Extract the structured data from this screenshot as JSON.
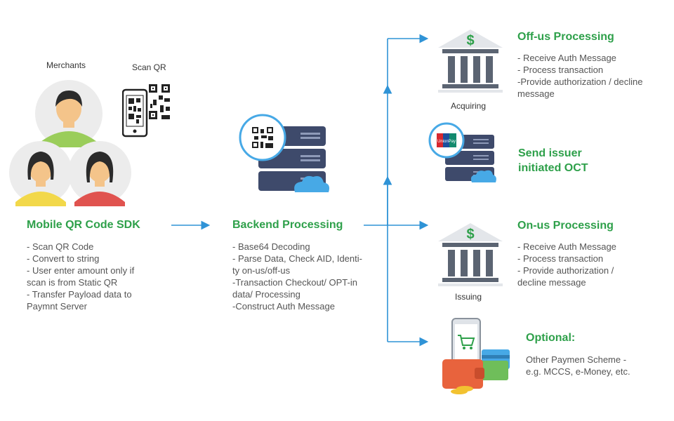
{
  "merchants": {
    "label": "Merchants",
    "scan_label": "Scan QR"
  },
  "mobile_sdk": {
    "title": "Mobile QR Code SDK",
    "bullets": [
      "- Scan QR Code",
      "- Convert to string",
      "- User enter amount only if",
      "scan is from Static QR",
      "- Transfer Payload data to",
      "Paymnt Server"
    ]
  },
  "backend": {
    "title": "Backend Processing",
    "bullets": [
      "- Base64 Decoding",
      "- Parse Data, Check AID, Identi-",
      "ty on-us/off-us",
      "-Transaction Checkout/ OPT-in",
      "data/ Processing",
      "-Construct Auth Message"
    ]
  },
  "off_us": {
    "title": "Off-us Processing",
    "icon_label": "Acquiring",
    "bullets": [
      "- Receive Auth Message",
      "- Process transaction",
      "-Provide authorization / decline",
      "message"
    ]
  },
  "oct": {
    "title_line1": "Send issuer",
    "title_line2": "initiated OCT",
    "logo_text": "UnionPay"
  },
  "on_us": {
    "title": "On-us Processing",
    "icon_label": "Issuing",
    "bullets": [
      "- Receive Auth Message",
      "- Process transaction",
      "- Provide authorization /",
      "decline message"
    ]
  },
  "optional": {
    "title": "Optional:",
    "lines": [
      "Other Paymen Scheme -",
      "e.g. MCCS, e-Money, etc."
    ]
  },
  "colors": {
    "green": "#2ea04a",
    "arrow_blue": "#2f93d6",
    "server_dark": "#3e4a6b",
    "bank_gray": "#5b6472"
  }
}
